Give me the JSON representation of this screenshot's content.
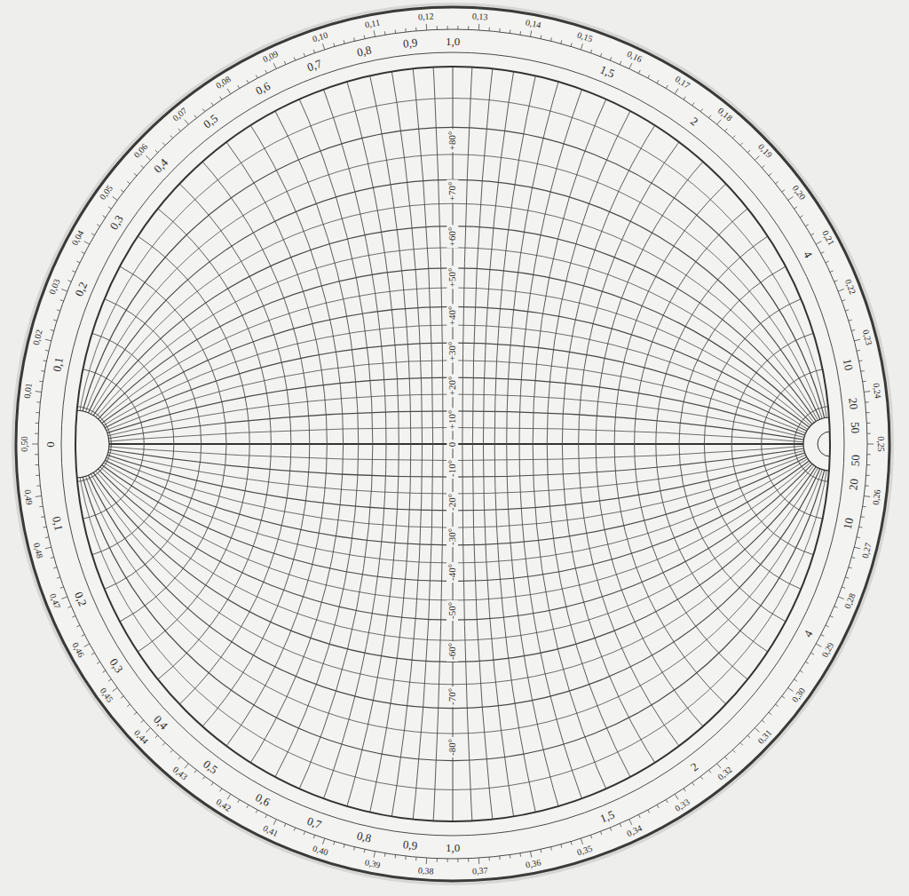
{
  "diagram": {
    "labels": [
      "0",
      "0,1",
      "0,2",
      "0,3",
      "0,4",
      "0,5",
      "0,6",
      "0,7",
      "0,8",
      "0,9",
      "1,0",
      "1,5",
      "2",
      "4",
      "10",
      "20",
      "50",
      "0,1",
      "0,2",
      "0,3",
      "0,4",
      "0,5",
      "0,6",
      "0,7",
      "0,8",
      "0,9",
      "1,0",
      "1,5",
      "2",
      "4",
      "10",
      "20",
      "50",
      "0,50",
      "0,01",
      "0,02",
      "0,03",
      "0,04",
      "0,05",
      "0,06",
      "0,07",
      "0,08",
      "0,09",
      "0,10",
      "0,11",
      "0,12",
      "0,13",
      "0,14",
      "0,15",
      "0,16",
      "0,17",
      "0,18",
      "0,19",
      "0,20",
      "0,21",
      "0,22",
      "0,23",
      "0,24",
      "0,25",
      "0,26",
      "0,27",
      "0,28",
      "0,29",
      "0,30",
      "0,31",
      "0,32",
      "0,33",
      "0,34",
      "0,35",
      "0,36",
      "0,37",
      "0,38",
      "0,39",
      "0,40",
      "0,41",
      "0,42",
      "0,43",
      "0,44",
      "0,45",
      "0,46",
      "0,47",
      "0,48",
      "0,49",
      "+80°",
      "+70°",
      "+60°",
      "+50°",
      "+40°",
      "+30°",
      "+20°",
      "+10°",
      "0",
      "-10°",
      "-20°",
      "-30°",
      "-40°",
      "-50°",
      "-60°",
      "-70°",
      "-80°"
    ]
  }
}
